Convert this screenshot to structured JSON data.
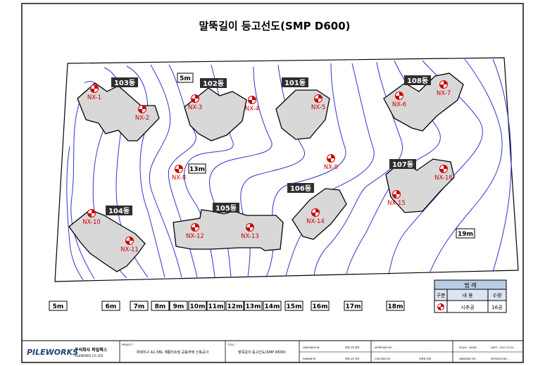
{
  "title": "말뚝길이 등고선도(SMP D600)",
  "buildings": [
    {
      "label": "103동"
    },
    {
      "label": "102동"
    },
    {
      "label": "101동"
    },
    {
      "label": "108동"
    },
    {
      "label": "107동"
    },
    {
      "label": "106동"
    },
    {
      "label": "105동"
    },
    {
      "label": "104동"
    }
  ],
  "test_piles": [
    {
      "id": "NX-1"
    },
    {
      "id": "NX-2"
    },
    {
      "id": "NX-3"
    },
    {
      "id": "NX-4"
    },
    {
      "id": "NX-5"
    },
    {
      "id": "NX-6"
    },
    {
      "id": "NX-7"
    },
    {
      "id": "NX-8"
    },
    {
      "id": "NX-9"
    },
    {
      "id": "NX-10"
    },
    {
      "id": "NX-11"
    },
    {
      "id": "NX-12"
    },
    {
      "id": "NX-13"
    },
    {
      "id": "NX-14"
    },
    {
      "id": "NX-15"
    },
    {
      "id": "NX-16"
    }
  ],
  "plan_labels": [
    "5m",
    "13m",
    "19m"
  ],
  "scale_labels": [
    "5m",
    "6m",
    "7m",
    "8m",
    "9m",
    "10m",
    "11m",
    "12m",
    "13m",
    "14m",
    "15m",
    "16m",
    "17m",
    "18m"
  ],
  "legend": {
    "title": "범 례",
    "headers": [
      "구분",
      "내 용",
      "수량"
    ],
    "row": {
      "content": "시추공",
      "qty": "16공"
    }
  },
  "title_block": {
    "company_ko": "주식회사 파일웍스",
    "company_en": "PILEWORKS CO.,LTD.",
    "logo": "PILEWORKS",
    "project_label": "PROJECT :",
    "project": "위례지구 A1-5BL 계룡리슈빌 공동주택 신축공사",
    "title_label": "TITLE :",
    "drawing_title": "말뚝길이 등고선도(SMP D600)",
    "designed_label": "DESIGNED BY",
    "designed_val": "엔지니어 명지",
    "drawn_label": "DRAWN BY",
    "drawn_val": "엔지니어 권지",
    "checked_label": "CHECKED BY",
    "checked_val": "이팀장 차장",
    "approved_label": "APPROVED BY",
    "approved_val": "-",
    "scale_label": "SCALE : NONE",
    "date_label": "DATE : 2017.03.24",
    "drawing_no": "DRAWING NO :",
    "revision_no": "REVISION NO : -"
  }
}
